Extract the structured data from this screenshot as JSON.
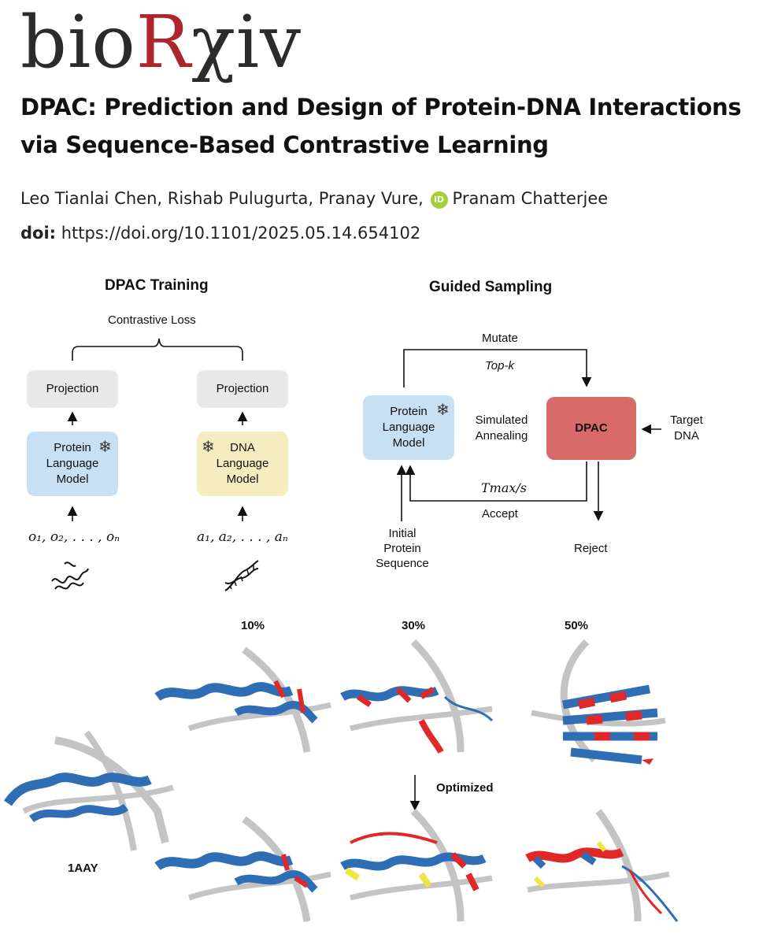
{
  "header": {
    "logo_prefix": "bio",
    "logo_r": "R",
    "logo_suffix": "χiv",
    "title_line1": "DPAC: Prediction and Design of Protein-DNA Interactions",
    "title_line2": "via Sequence-Based Contrastive Learning",
    "authors_pre": "Leo Tianlai Chen, Rishab Pulugurta, Pranay Vure,",
    "orcid_label": "iD",
    "authors_last": "Pranam Chatterjee",
    "doi_label": "doi:",
    "doi_value": "https://doi.org/10.1101/2025.05.14.654102"
  },
  "training": {
    "heading": "DPAC Training",
    "loss_label": "Contrastive Loss",
    "projection_left": "Projection",
    "projection_right": "Projection",
    "plm_label_1": "Protein",
    "plm_label_2": "Language",
    "plm_label_3": "Model",
    "dna_label_1": "DNA",
    "dna_label_2": "Language",
    "dna_label_3": "Model",
    "protein_seq": "o₁, o₂, . . . , oₙ",
    "dna_seq": "a₁, a₂, . . . , aₙ"
  },
  "sampling": {
    "heading": "Guided Sampling",
    "mutate": "Mutate",
    "topk": "Top-k",
    "plm_label_1": "Protein",
    "plm_label_2": "Language",
    "plm_label_3": "Model",
    "sa_1": "Simulated",
    "sa_2": "Annealing",
    "dpac": "DPAC",
    "target_1": "Target",
    "target_2": "DNA",
    "temp": "Tmax/s",
    "accept": "Accept",
    "reject": "Reject",
    "init_1": "Initial",
    "init_2": "Protein",
    "init_3": "Sequence"
  },
  "structures": {
    "pct_10": "10%",
    "pct_30": "30%",
    "pct_50": "50%",
    "optimized": "Optimized",
    "pdb": "1AAY"
  },
  "colors": {
    "logo_red": "#b0242d",
    "protein_blue": "#2f6eb5",
    "mutation_red": "#e02828",
    "highlight_yellow": "#f0e640",
    "dna_grey": "#c4c4c4",
    "dpac_box": "#d86a6a"
  }
}
